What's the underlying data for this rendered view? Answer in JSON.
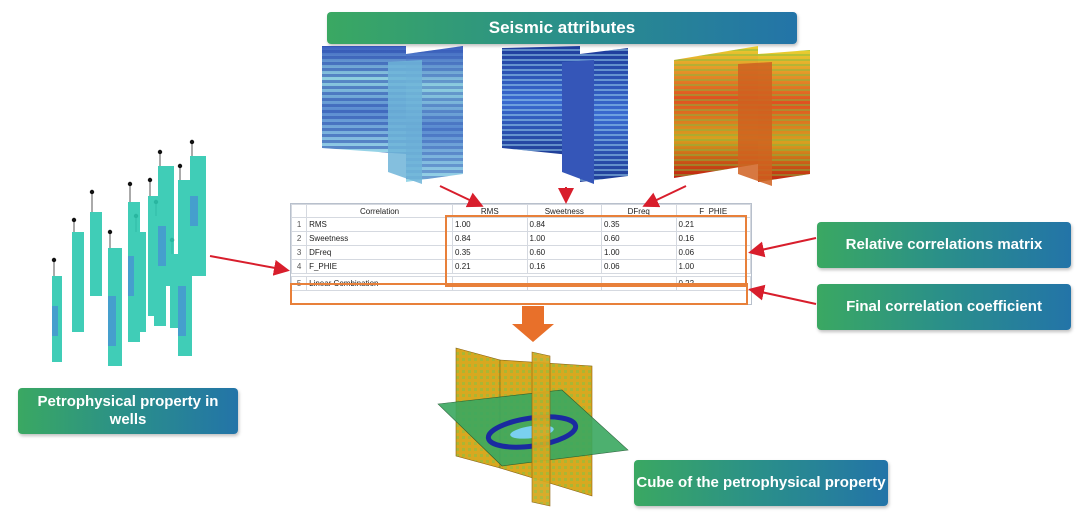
{
  "title": "Seismic attributes",
  "labels": {
    "relative": "Relative correlations matrix",
    "final": "Final correlation coefficient",
    "petro": "Petrophysical property in wells",
    "cube": "Cube of the petrophysical property"
  },
  "table": {
    "header": [
      "Correlation",
      "RMS",
      "Sweetness",
      "DFreq",
      "F_PHIE"
    ],
    "rows": [
      {
        "idx": "1",
        "name": "RMS",
        "vals": [
          "1.00",
          "0.84",
          "0.35",
          "0.21"
        ]
      },
      {
        "idx": "2",
        "name": "Sweetness",
        "vals": [
          "0.84",
          "1.00",
          "0.60",
          "0.16"
        ]
      },
      {
        "idx": "3",
        "name": "DFreq",
        "vals": [
          "0.35",
          "0.60",
          "1.00",
          "0.06"
        ]
      },
      {
        "idx": "4",
        "name": "F_PHIE",
        "vals": [
          "0.21",
          "0.16",
          "0.06",
          "1.00"
        ]
      },
      {
        "idx": "5",
        "name": "Linear Combination",
        "vals": [
          "",
          "",
          "",
          "0.22"
        ]
      }
    ]
  },
  "colors": {
    "arrow": "#d81e2c",
    "frame": "#e8803a",
    "big_arrow": "#e8702a"
  }
}
